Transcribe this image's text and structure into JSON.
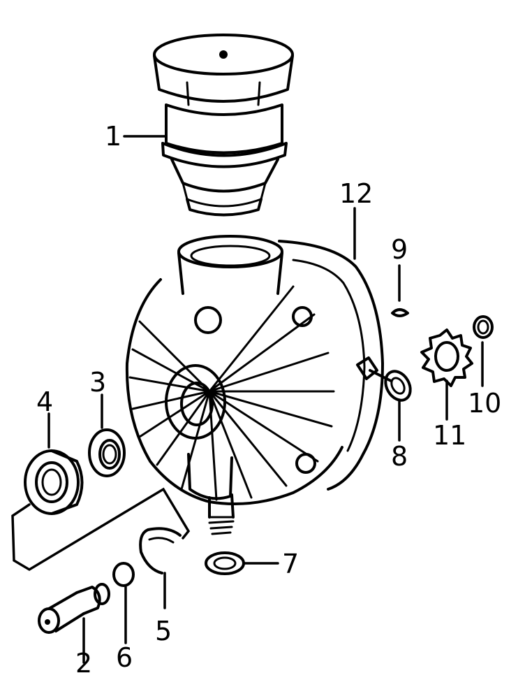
{
  "colors": {
    "ink": "#000000",
    "paper": "#ffffff"
  },
  "callouts": [
    {
      "id": "1",
      "text": "1"
    },
    {
      "id": "2",
      "text": "2"
    },
    {
      "id": "3",
      "text": "3"
    },
    {
      "id": "4",
      "text": "4"
    },
    {
      "id": "5",
      "text": "5"
    },
    {
      "id": "6",
      "text": "6"
    },
    {
      "id": "7",
      "text": "7"
    },
    {
      "id": "8",
      "text": "8"
    },
    {
      "id": "9",
      "text": "9"
    },
    {
      "id": "10",
      "text": "10"
    },
    {
      "id": "11",
      "text": "11"
    },
    {
      "id": "12",
      "text": "12"
    }
  ]
}
